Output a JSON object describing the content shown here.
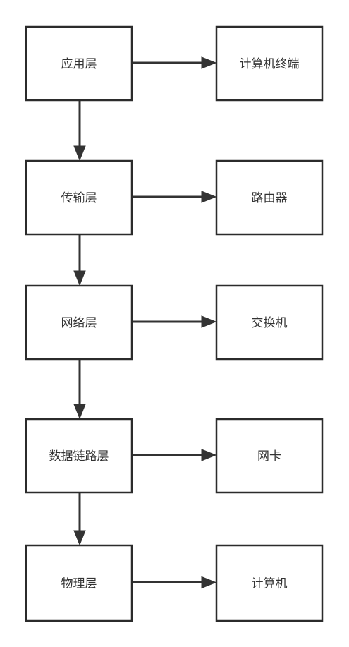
{
  "diagram": {
    "layers": [
      {
        "id": "application",
        "label": "应用层"
      },
      {
        "id": "transport",
        "label": "传输层"
      },
      {
        "id": "network",
        "label": "网络层"
      },
      {
        "id": "datalink",
        "label": "数据链路层"
      },
      {
        "id": "physical",
        "label": "物理层"
      }
    ],
    "devices": [
      {
        "id": "terminal",
        "label": "计算机终端"
      },
      {
        "id": "router",
        "label": "路由器"
      },
      {
        "id": "switch",
        "label": "交换机"
      },
      {
        "id": "nic",
        "label": "网卡"
      },
      {
        "id": "computer",
        "label": "计算机"
      }
    ],
    "edges": [
      {
        "from": "application",
        "to": "terminal"
      },
      {
        "from": "transport",
        "to": "router"
      },
      {
        "from": "network",
        "to": "switch"
      },
      {
        "from": "datalink",
        "to": "nic"
      },
      {
        "from": "physical",
        "to": "computer"
      },
      {
        "from": "application",
        "to": "transport"
      },
      {
        "from": "transport",
        "to": "network"
      },
      {
        "from": "network",
        "to": "datalink"
      },
      {
        "from": "datalink",
        "to": "physical"
      }
    ]
  }
}
